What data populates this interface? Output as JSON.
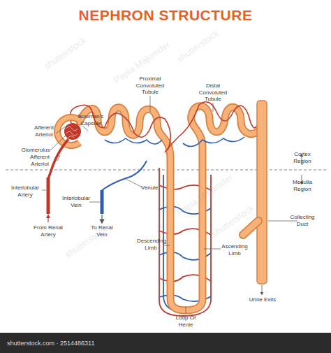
{
  "diagram": {
    "title": "NEPHRON STRUCTURE",
    "labels": [
      "Proximal Convoluted Tubule",
      "Distal Convoluted Tubule",
      "Bowman's Capsule",
      "Afferent Arteriol",
      "Glomerulus",
      "Afferent Arteriol",
      "Cortex Region",
      "Medulla Region",
      "Interlobular Artery",
      "From Renal Artery",
      "Interlobular Vein",
      "To Renal Vein",
      "Venule",
      "Collecting Duct",
      "Descending Limb",
      "Ascending Limb",
      "Loop Of Henle",
      "Urine Exits",
      "shutterstock",
      "shutterstock",
      "shutterstock",
      "shutterstock",
      "Papia Majumder",
      "Papia Majumder",
      "shutterstock.com · 2514486311"
    ]
  }
}
